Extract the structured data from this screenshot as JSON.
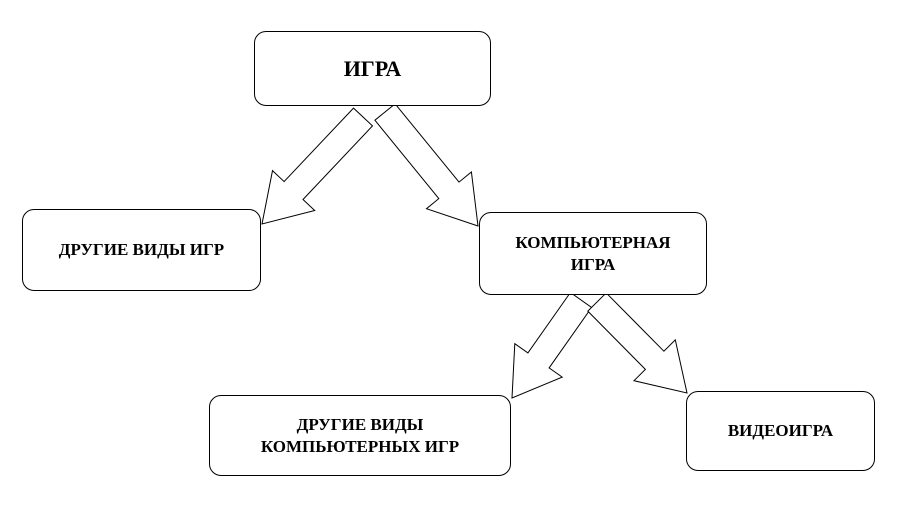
{
  "diagram": {
    "root": {
      "label": "ИГРА"
    },
    "level1": [
      {
        "label": "ДРУГИЕ ВИДЫ ИГР"
      },
      {
        "label": "КОМПЬЮТЕРНАЯ ИГРА"
      }
    ],
    "level2": [
      {
        "label": "ДРУГИЕ ВИДЫ КОМПЬЮТЕРНЫХ ИГР"
      },
      {
        "label": "ВИДЕОИГРА"
      }
    ],
    "edges": [
      {
        "from": "ИГРА",
        "to": "ДРУГИЕ ВИДЫ ИГР"
      },
      {
        "from": "ИГРА",
        "to": "КОМПЬЮТЕРНАЯ ИГРА"
      },
      {
        "from": "КОМПЬЮТЕРНАЯ ИГРА",
        "to": "ДРУГИЕ ВИДЫ КОМПЬЮТЕРНЫХ ИГР"
      },
      {
        "from": "КОМПЬЮТЕРНАЯ ИГРА",
        "to": "ВИДЕОИГРА"
      }
    ],
    "colors": {
      "stroke": "#000000",
      "fill": "#ffffff"
    }
  }
}
